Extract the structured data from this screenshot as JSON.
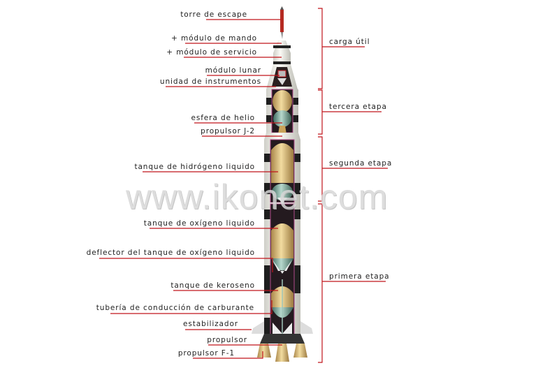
{
  "title": "cohete Saturno V",
  "watermark": "www.ikonet.com",
  "colors": {
    "leader": "#c0141b",
    "bracket": "#c0141b",
    "text": "#222222"
  },
  "left_labels": [
    {
      "id": "torre-de-escape",
      "text": "torre de escape",
      "plus": false
    },
    {
      "id": "modulo-de-mando",
      "text": "módulo de mando",
      "plus": true
    },
    {
      "id": "modulo-de-servicio",
      "text": "módulo de servicio",
      "plus": true
    },
    {
      "id": "modulo-lunar",
      "text": "módulo lunar",
      "plus": false
    },
    {
      "id": "unidad-de-instrumentos",
      "text": "unidad de instrumentos",
      "plus": false
    },
    {
      "id": "esfera-de-helio",
      "text": "esfera de helio",
      "plus": false
    },
    {
      "id": "propulsor-j2",
      "text": "propulsor J-2",
      "plus": false
    },
    {
      "id": "tanque-hidrogeno",
      "text": "tanque de hidrógeno liquido",
      "plus": false
    },
    {
      "id": "tanque-oxigeno",
      "text": "tanque de oxígeno liquido",
      "plus": false
    },
    {
      "id": "deflector",
      "text": "deflector del tanque de oxígeno liquido",
      "plus": false
    },
    {
      "id": "tanque-keroseno",
      "text": "tanque de keroseno",
      "plus": false
    },
    {
      "id": "tuberia",
      "text": "tubería de conducción de carburante",
      "plus": false
    },
    {
      "id": "estabilizador",
      "text": "estabilizador",
      "plus": false
    },
    {
      "id": "propulsor",
      "text": "propulsor",
      "plus": false
    },
    {
      "id": "propulsor-f1",
      "text": "propulsor F-1",
      "plus": false
    }
  ],
  "plus_sign": "+",
  "right_labels": [
    {
      "id": "carga-util",
      "text": "carga útil"
    },
    {
      "id": "tercera-etapa",
      "text": "tercera etapa"
    },
    {
      "id": "segunda-etapa",
      "text": "segunda etapa"
    },
    {
      "id": "primera-etapa",
      "text": "primera etapa"
    }
  ]
}
